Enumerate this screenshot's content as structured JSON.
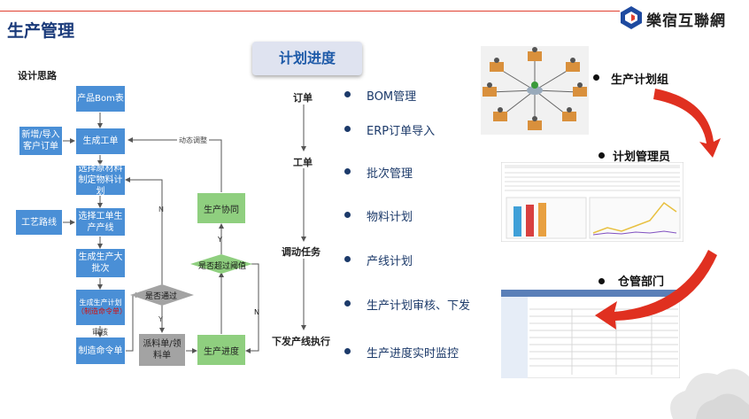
{
  "header": {
    "title": "生产管理",
    "logo_text": "樂宿互聯網"
  },
  "section_tag": "计划进度",
  "design_label": "设计思路",
  "flow": {
    "product_bom": "产品Bom表",
    "new_order": "新增/导入客户订单",
    "gen_work_order": "生成工单",
    "select_material": "选择原材料制定物料计划",
    "process_route": "工艺路线",
    "select_line": "选择工单生产产线",
    "gen_batch": "生成生产大批次",
    "gen_plan_a": "生成生产计划",
    "gen_plan_b": "（制造命令单）",
    "review": "审核",
    "mfg_order": "制造命令单",
    "pass_check": "是否通过",
    "dispatch": "派料单/领料单",
    "progress": "生产进度",
    "threshold": "是否超过阈值",
    "coordinate": "生产协同",
    "dynamic_adjust": "动态调整",
    "n1": "N",
    "n2": "N",
    "y1": "Y",
    "y2": "Y"
  },
  "stages": [
    "订单",
    "工单",
    "调动任务",
    "下发产线执行"
  ],
  "items": [
    "BOM管理",
    "ERP订单导入",
    "批次管理",
    "物料计划",
    "产线计划",
    "生产计划审核、下发",
    "生产进度实时监控"
  ],
  "roles": [
    "生产计划组",
    "计划管理员",
    "仓管部门"
  ],
  "colors": {
    "flow_blue": "#4a8fd6",
    "flow_green": "#8fcf7f",
    "flow_gray": "#a3a3a3",
    "accent_red": "#e04030",
    "title_blue": "#1a3a7a"
  }
}
